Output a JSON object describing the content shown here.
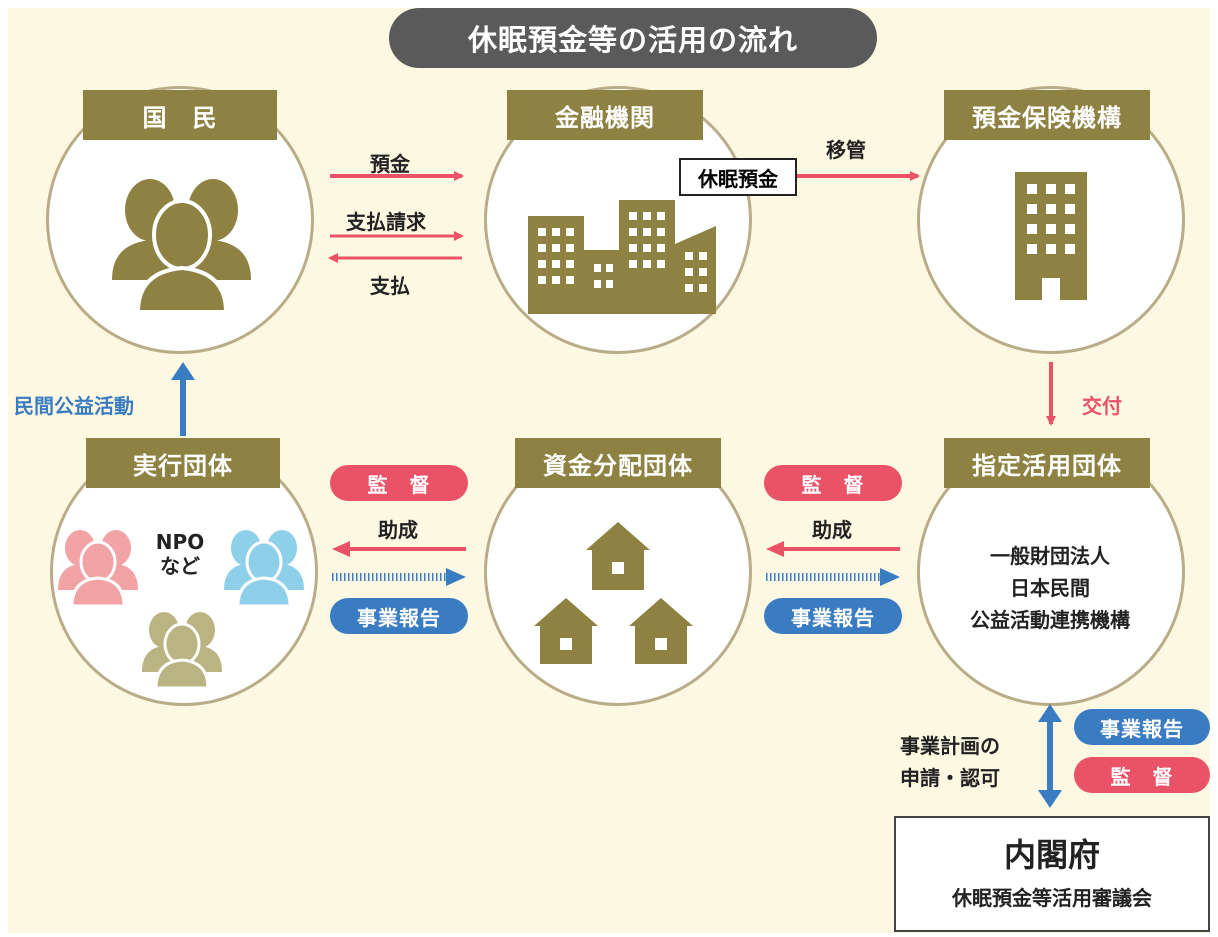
{
  "title": "休眠預金等の活用の流れ",
  "nodes": {
    "citizens": "国　民",
    "financial": "金融機関",
    "dic": "預金保険機構",
    "executor": "実行団体",
    "fund": "資金分配団体",
    "designated": "指定活用団体"
  },
  "flows": {
    "deposit": "預金",
    "payment_request": "支払請求",
    "payment": "支払",
    "dormant_deposit": "休眠預金",
    "transfer": "移管",
    "grant_issue": "交付",
    "civic_activity": "民間公益活動",
    "subsidy": "助成",
    "audit": "監　督",
    "business_report": "事業報告",
    "plan_line1": "事業計画の",
    "plan_line2": "申請・認可"
  },
  "executor_text": {
    "line1": "NPO",
    "line2": "など"
  },
  "designated_text": {
    "line1": "一般財団法人",
    "line2": "日本民間",
    "line3": "公益活動連携機構"
  },
  "cabinet": {
    "name": "内閣府",
    "council": "休眠預金等活用審議会"
  },
  "colors": {
    "olive": "#8e8243",
    "red": "#ea5267",
    "blue": "#3a7cc2",
    "pink": "#f2a3a6",
    "light_blue": "#8ed0ea",
    "khaki": "#bab382",
    "title_bg": "#5a5a5a",
    "background": "#fdf8e2"
  },
  "icons": [
    "people-icon",
    "buildings-icon",
    "office-building-icon",
    "houses-icon"
  ]
}
